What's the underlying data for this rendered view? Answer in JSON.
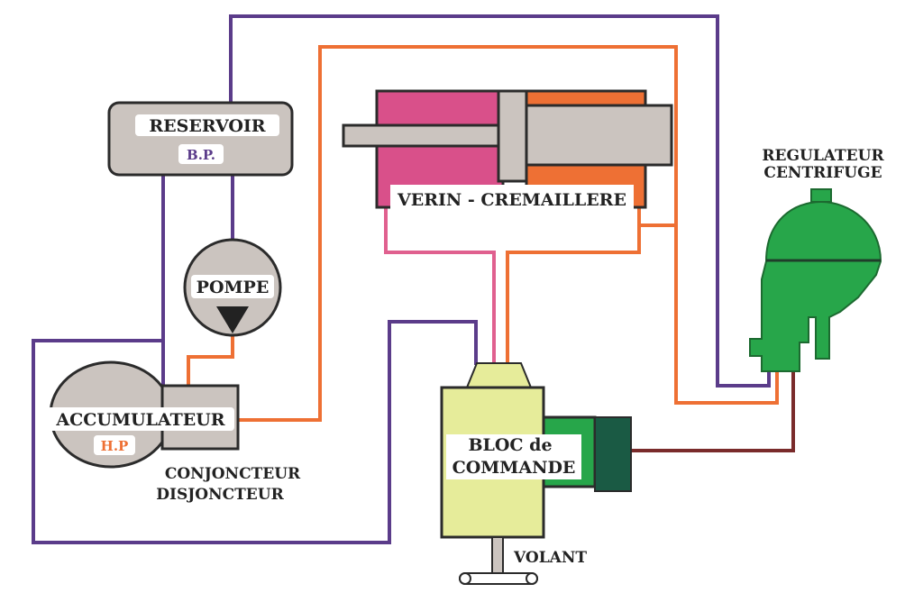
{
  "colors": {
    "low_pressure_line": "#5b3c8a",
    "high_pressure_line": "#ee7034",
    "feed_line": "#e0608f",
    "signal_line": "#7a2b2b",
    "cylinder_chamber_left": "#d9508a",
    "cylinder_chamber_right": "#ee7034",
    "component_grey": "#cbc4bf",
    "regulator_green": "#27a64a",
    "control_block_yellow": "#e6ec9a",
    "actuator_dark_green": "#1a5a44"
  },
  "labels": {
    "reservoir": "RESERVOIR",
    "reservoir_pressure": "B.P.",
    "pump": "POMPE",
    "accumulator": "ACCUMULATEUR",
    "accumulator_pressure": "H.P",
    "switch_line1": "CONJONCTEUR",
    "switch_line2": "DISJONCTEUR",
    "cylinder": "VERIN - CREMAILLERE",
    "regulator_line1": "REGULATEUR",
    "regulator_line2": "CENTRIFUGE",
    "control_line1": "BLOC  de",
    "control_line2": "COMMANDE",
    "steering_wheel": "VOLANT"
  }
}
